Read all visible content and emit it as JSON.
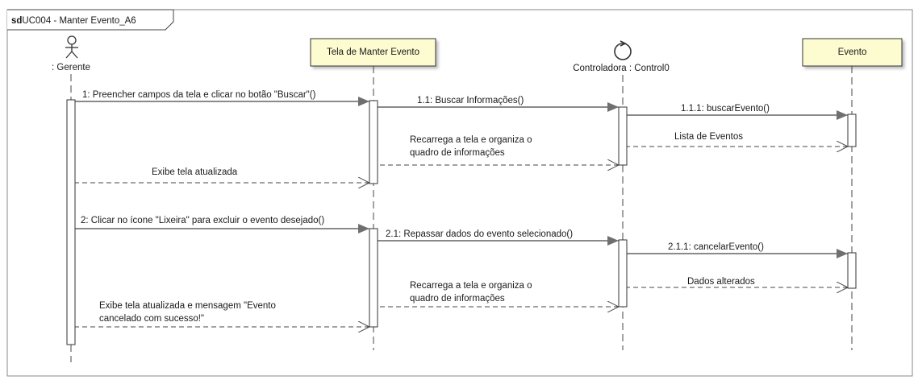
{
  "frame": {
    "keyword": "sd",
    "title": "UC004 - Manter Evento_A6"
  },
  "lifelines": {
    "actor": {
      "name": ": Gerente",
      "kind": "actor"
    },
    "boundary": {
      "name": "Tela de Manter Evento",
      "kind": "boundary-box"
    },
    "control": {
      "name": "Controladora : Control0",
      "kind": "control-circle"
    },
    "entity": {
      "name": "Evento",
      "kind": "entity-box"
    }
  },
  "messages": {
    "m1": {
      "text": "1: Preencher  campos da tela e clicar no botão \"Buscar\"()",
      "type": "sync"
    },
    "m1_1": {
      "text": "1.1: Buscar Informações()",
      "type": "sync"
    },
    "m1_1_1": {
      "text": "1.1.1: buscarEvento()",
      "type": "sync"
    },
    "r_lista": {
      "text": "Lista de Eventos",
      "type": "return"
    },
    "r_recarrega1": {
      "lines": [
        "Recarrega a tela e organiza o",
        "quadro de informações"
      ],
      "type": "return"
    },
    "r_exibe1": {
      "text": "Exibe tela atualizada",
      "type": "return"
    },
    "m2": {
      "text": "2: Clicar no ícone \"Lixeira\"  para excluir o evento desejado()",
      "type": "sync"
    },
    "m2_1": {
      "text": "2.1: Repassar dados do evento selecionado()",
      "type": "sync"
    },
    "m2_1_1": {
      "text": "2.1.1: cancelarEvento()",
      "type": "sync"
    },
    "r_dados": {
      "text": "Dados alterados",
      "type": "return"
    },
    "r_recarrega2": {
      "lines": [
        "Recarrega a tela e organiza o",
        "quadro de informações"
      ],
      "type": "return"
    },
    "r_exibe2": {
      "lines": [
        "Exibe tela atualizada  e mensagem \"Evento",
        "cancelado com sucesso!\""
      ],
      "type": "return"
    }
  },
  "colors": {
    "box_fill": "#fdfcd0",
    "box_stroke": "#333333",
    "line": "#444444",
    "arrowhead": "#777777"
  }
}
